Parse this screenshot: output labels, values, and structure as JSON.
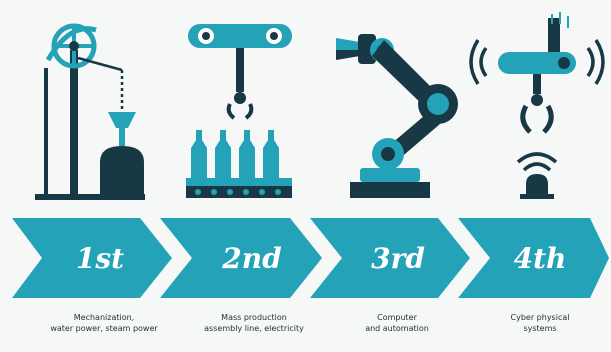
{
  "colors": {
    "teal": "#24a2b8",
    "navy": "#183845",
    "background": "#f6f7f7"
  },
  "revolutions": [
    {
      "label": "1st",
      "caption": [
        "Mechanization,",
        "water power, steam power"
      ],
      "icon": "steam-engine-icon"
    },
    {
      "label": "2nd",
      "caption": [
        "Mass production",
        "assembly line, electricity"
      ],
      "icon": "assembly-line-icon"
    },
    {
      "label": "3rd",
      "caption": [
        "Computer",
        "and automation"
      ],
      "icon": "robot-arm-icon"
    },
    {
      "label": "4th",
      "caption": [
        "Cyber physical",
        "systems"
      ],
      "icon": "connected-robot-icon"
    }
  ]
}
